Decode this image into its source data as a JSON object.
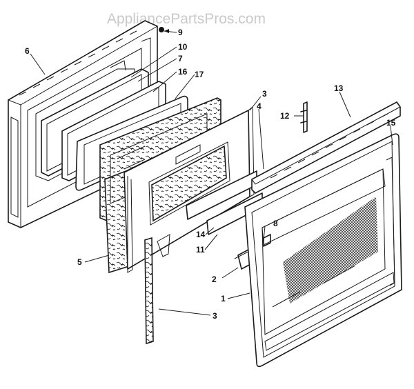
{
  "watermark": "AppliancePartsPros.com",
  "callouts": {
    "c1": "1",
    "c2": "2",
    "c3a": "3",
    "c3b": "3",
    "c4": "4",
    "c5": "5",
    "c6": "6",
    "c7": "7",
    "c8": "8",
    "c9": "9",
    "c10": "10",
    "c11": "11",
    "c12": "12",
    "c13": "13",
    "c14": "14",
    "c15": "15",
    "c16": "16",
    "c17": "17"
  }
}
